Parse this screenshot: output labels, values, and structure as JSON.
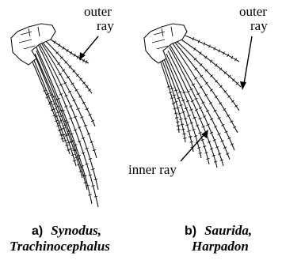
{
  "panels": [
    {
      "outer_label_1": "outer",
      "outer_label_2": "ray",
      "caption_letter": "a)",
      "caption_line1": "Synodus,",
      "caption_line2": "Trachinocephalus"
    },
    {
      "outer_label_1": "outer",
      "outer_label_2": "ray",
      "inner_label": "inner ray",
      "caption_letter": "b)",
      "caption_line1": "Saurida,",
      "caption_line2": "Harpadon"
    }
  ]
}
